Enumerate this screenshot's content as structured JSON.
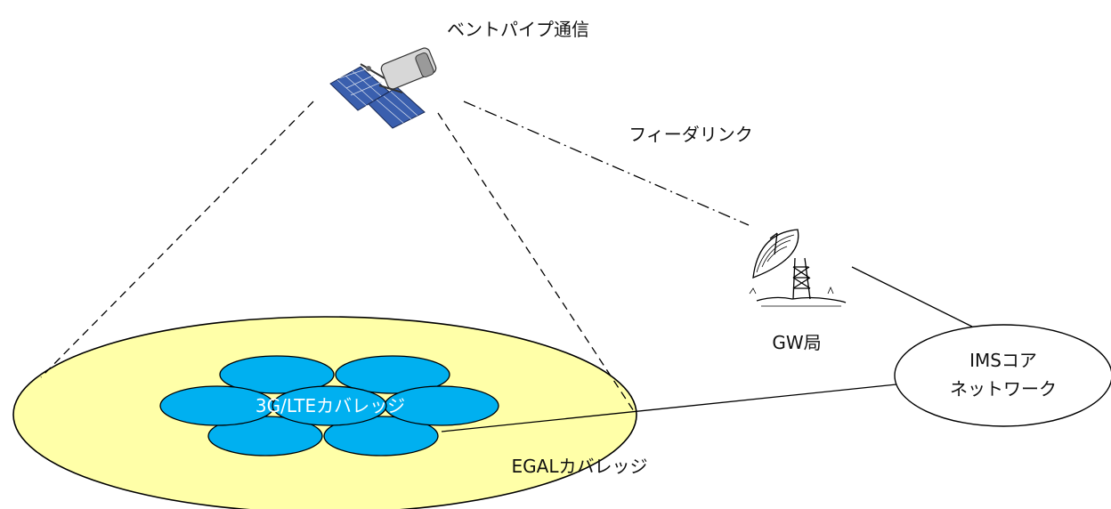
{
  "labels": {
    "bent_pipe": "ベントパイプ通信",
    "feeder_link": "フィーダリンク",
    "gw_station": "GW局",
    "ims_line1": "IMSコア",
    "ims_line2": "ネットワーク",
    "cellular_coverage": "3G/LTEカバレッジ",
    "egal_coverage": "EGALカバレッジ"
  },
  "colors": {
    "egal_fill": "#ffffa8",
    "cell_fill": "#00b0f0",
    "cell_text": "#ffffff",
    "line": "#000000"
  },
  "icons": {
    "satellite": "satellite-icon",
    "dish": "satellite-dish-icon"
  }
}
